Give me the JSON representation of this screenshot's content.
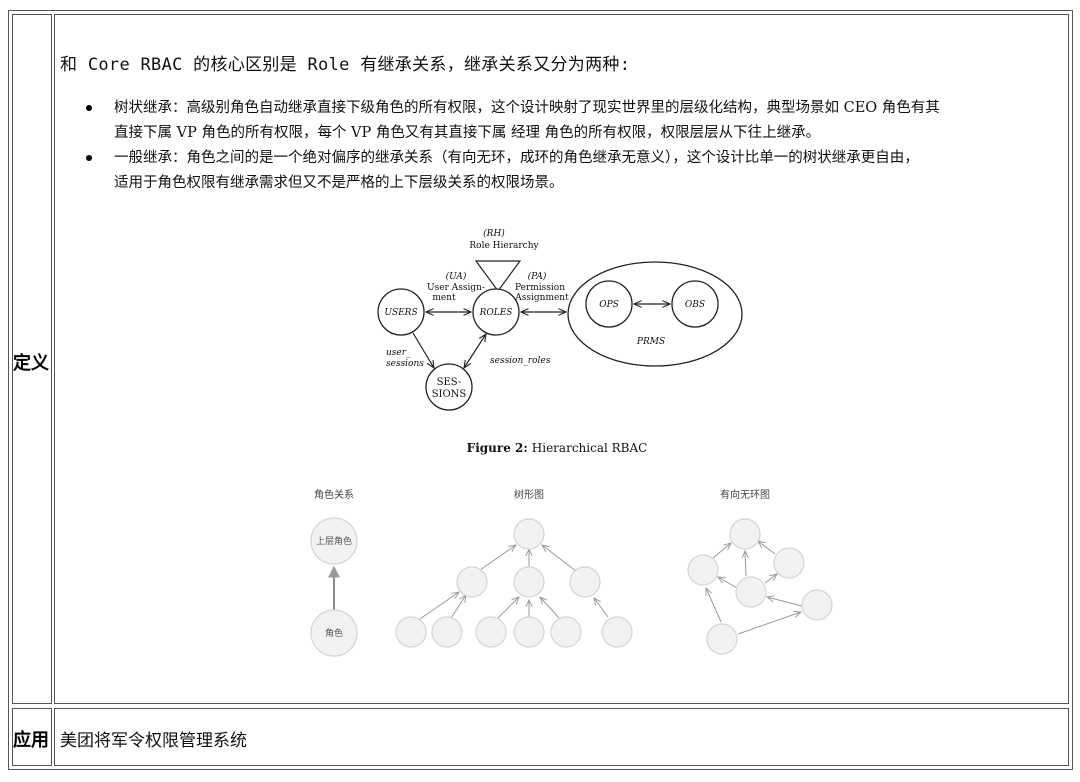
{
  "rows": [
    {
      "label": "定义"
    },
    {
      "label": "应用"
    }
  ],
  "definition": {
    "intro": "和 Core RBAC 的核心区别是 Role 有继承关系，继承关系又分为两种:",
    "bullets": [
      {
        "line1": "树状继承：高级别角色自动继承直接下级角色的所有权限，这个设计映射了现实世界里的层级化结构，典型场景如 CEO 角色有其",
        "line2": "直接下属 VP 角色的所有权限，每个 VP 角色又有其直接下属 经理 角色的所有权限，权限层层从下往上继承。"
      },
      {
        "line1": "一般继承：角色之间的是一个绝对偏序的继承关系（有向无环，成环的角色继承无意义），这个设计比单一的树状继承更自由，",
        "line2": "适用于角色权限有继承需求但又不是严格的上下层级关系的权限场景。"
      }
    ]
  },
  "figure": {
    "rh_abbr": "(RH)",
    "rh_label": "Role Hierarchy",
    "ua_abbr": "(UA)",
    "ua_line1": "User Assign-",
    "ua_line2": "ment",
    "pa_abbr": "(PA)",
    "pa_line1": "Permission",
    "pa_line2": "Assignment",
    "users": "USERS",
    "roles": "ROLES",
    "ops": "OPS",
    "obs": "OBS",
    "prms": "PRMS",
    "sessions_line1": "SES-",
    "sessions_line2": "SIONS",
    "user_sessions_line1": "user_",
    "user_sessions_line2": "sessions",
    "session_roles": "session_roles",
    "caption_bold": "Figure 2:",
    "caption_rest": "Hierarchical RBAC"
  },
  "diagrams": {
    "role_relation_title": "角色关系",
    "tree_title": "树形图",
    "dag_title": "有向无环图",
    "upper_role": "上层角色",
    "role": "角色"
  },
  "application": {
    "text": "美团将军令权限管理系统"
  },
  "colors": {
    "border": "#555555",
    "diagram_node_fill": "#f2f2f2",
    "diagram_node_stroke": "#d4d4d4",
    "diagram_arrow": "#999999"
  }
}
